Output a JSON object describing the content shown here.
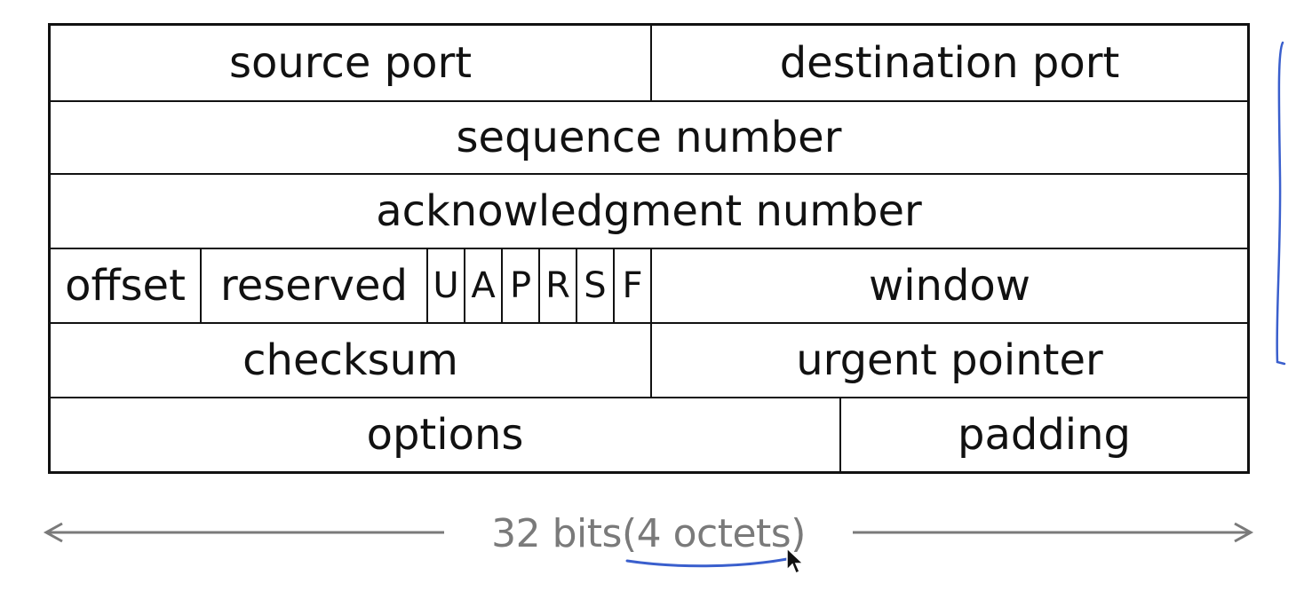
{
  "rows": {
    "r1": {
      "source_port": "source port",
      "destination_port": "destination port"
    },
    "r2": {
      "sequence_number": "sequence number"
    },
    "r3": {
      "acknowledgment_number": "acknowledgment number"
    },
    "r4": {
      "offset": "offset",
      "reserved": "reserved",
      "flags": [
        "U",
        "A",
        "P",
        "R",
        "S",
        "F"
      ],
      "window": "window"
    },
    "r5": {
      "checksum": "checksum",
      "urgent_pointer": "urgent pointer"
    },
    "r6": {
      "options": "options",
      "padding": "padding"
    }
  },
  "width_label": {
    "bits": "32 bits ",
    "octets": "(4 octets)"
  },
  "colors": {
    "grid": "#111111",
    "label_gray": "#7a7a7a",
    "annotation_blue": "#3a5fcd"
  },
  "icons": {
    "cursor": "mouse-pointer-icon"
  }
}
